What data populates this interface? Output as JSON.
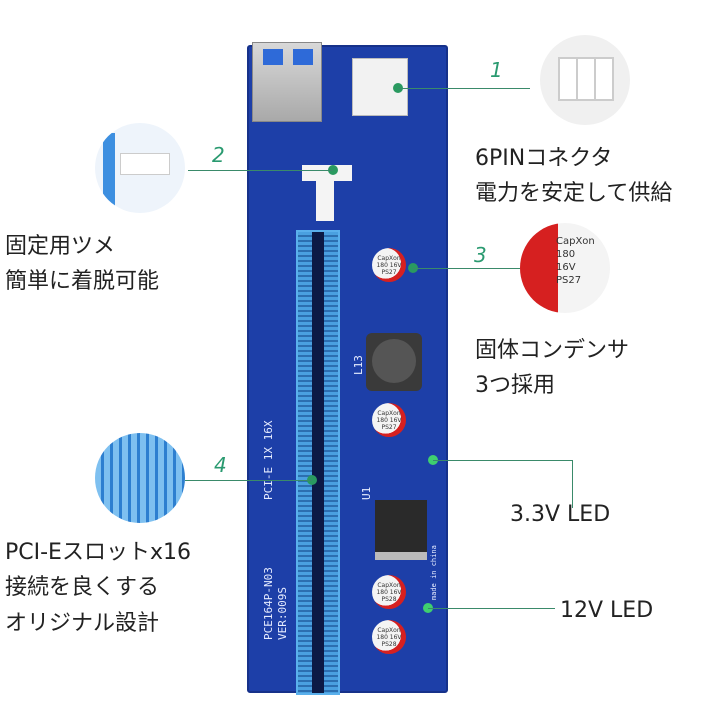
{
  "callouts": {
    "c1": {
      "num": "1",
      "lines": [
        "6PINコネクタ",
        "電力を安定して供給"
      ]
    },
    "c2": {
      "num": "2",
      "lines": [
        "固定用ツメ",
        "簡単に着脱可能"
      ]
    },
    "c3": {
      "num": "3",
      "lines": [
        "固体コンデンサ",
        "3つ採用"
      ]
    },
    "c4": {
      "num": "4",
      "lines": [
        "PCI-Eスロットx16",
        "接続を良くする",
        "オリジナル設計"
      ]
    },
    "led33": "3.3V LED",
    "led12": "12V LED"
  },
  "board": {
    "model": "PCE164P-N03",
    "version": "VER:009S",
    "slot_text": "PCI-E 1X 16X",
    "inductor": "L13",
    "regulator": "U1",
    "cap_text": "CapXon 180 16V PS27",
    "cap_text2": "CapXon 180 16V PS28",
    "made": "made in china"
  },
  "inset_cap": {
    "brand": "CapXon",
    "value": "180",
    "voltage": "16V",
    "code": "PS27"
  },
  "colors": {
    "board": "#1d3fa8",
    "slot": "#4aa0e0",
    "callout": "#2a9a70"
  }
}
